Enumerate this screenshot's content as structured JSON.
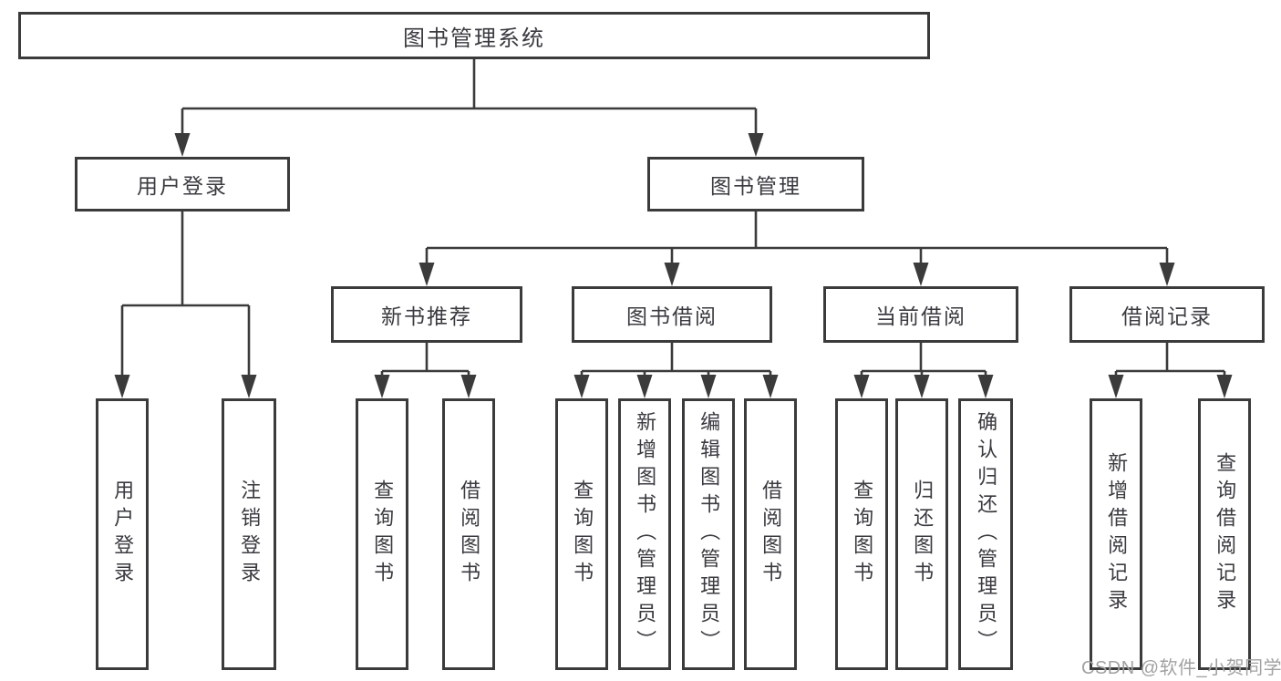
{
  "diagram": {
    "root": {
      "label": "图书管理系统"
    },
    "children": [
      {
        "label": "用户登录",
        "children": [
          {
            "label": "用户登录"
          },
          {
            "label": "注销登录"
          }
        ]
      },
      {
        "label": "图书管理",
        "children": [
          {
            "label": "新书推荐",
            "children": [
              {
                "label": "查询图书"
              },
              {
                "label": "借阅图书"
              }
            ]
          },
          {
            "label": "图书借阅",
            "children": [
              {
                "label": "查询图书"
              },
              {
                "label": "新增图书（管理员）"
              },
              {
                "label": "编辑图书（管理员）"
              },
              {
                "label": "借阅图书"
              }
            ]
          },
          {
            "label": "当前借阅",
            "children": [
              {
                "label": "查询图书"
              },
              {
                "label": "归还图书"
              },
              {
                "label": "确认归还（管理员）"
              }
            ]
          },
          {
            "label": "借阅记录",
            "children": [
              {
                "label": "新增借阅记录"
              },
              {
                "label": "查询借阅记录"
              }
            ]
          }
        ]
      }
    ]
  },
  "watermark": {
    "text": "CSDN @软件_小贺同学"
  },
  "colors": {
    "line": "#3b3b3b",
    "text": "#3a3a40",
    "watermark": "#a2a2a2",
    "background": "#ffffff"
  }
}
